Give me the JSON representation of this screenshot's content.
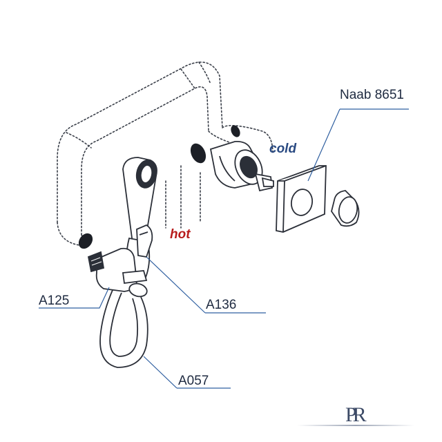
{
  "labels": {
    "naab": "Naab 8651",
    "cold": "cold",
    "hot": "hot",
    "a125": "A125",
    "a136": "A136",
    "a057": "A057"
  },
  "logo": {
    "text": "PR"
  },
  "colors": {
    "outline": "#2b2f38",
    "leader": "#2f5fa0",
    "hot": "#b81c1c",
    "cold": "#2a4a82"
  }
}
